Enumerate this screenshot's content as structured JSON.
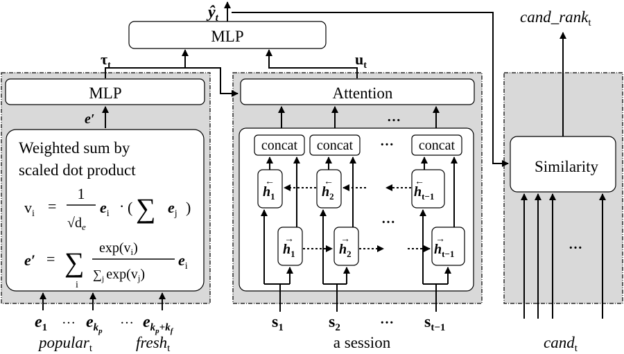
{
  "top": {
    "mlp_label": "MLP",
    "y_hat": "ŷ",
    "y_hat_sub": "t",
    "tau": "τ",
    "tau_sub": "t",
    "u": "u",
    "u_sub": "t"
  },
  "left": {
    "mlp_label": "MLP",
    "e_prime": "e′",
    "text_line1": "Weighted sum by",
    "text_line2": "scaled dot product",
    "eq1_lhs": "v",
    "eq1_lhs_sub": "i",
    "eq1_num": "1",
    "eq1_den": "√d",
    "eq1_den_sub": "e",
    "eq1_rhs_e": "e",
    "eq1_rhs_e_sub": "i",
    "eq1_dot": "·",
    "eq1_paren_open": "(",
    "eq1_sum": "∑",
    "eq1_ej": "e",
    "eq1_ej_sub": "j",
    "eq1_paren_close": ")",
    "eq2_lhs": "e′",
    "eq2_sum": "∑",
    "eq2_sum_sub": "i",
    "eq2_num": "exp(v",
    "eq2_num_sub": "i",
    "eq2_num_close": ")",
    "eq2_den": "∑",
    "eq2_den_sub": "j",
    "eq2_den_rest": "exp(v",
    "eq2_den_rest_sub": "j",
    "eq2_den_close": ")",
    "eq2_e": "e",
    "eq2_e_sub": "i",
    "inputs": {
      "e1": "e",
      "e1_sub": "1",
      "dots1": "…",
      "ekp": "e",
      "ekp_sub": "k",
      "ekp_subsub": "p",
      "dots2": "…",
      "ekpkf": "e",
      "ekpkf_sub": "k",
      "ekpkf_sub_p": "p",
      "ekpkf_plus": "+k",
      "ekpkf_sub_f": "f"
    },
    "popular": "popular",
    "popular_sub": "t",
    "fresh": "fresh",
    "fresh_sub": "t"
  },
  "middle": {
    "attention_label": "Attention",
    "dots_top": "…",
    "concat_labels": [
      "concat",
      "concat",
      "concat"
    ],
    "dots_concat": "…",
    "h_back": [
      {
        "h": "h",
        "sub": "1"
      },
      {
        "h": "h",
        "sub": "2"
      },
      {
        "h": "h",
        "sub": "t−1"
      }
    ],
    "h_fwd": [
      {
        "h": "h",
        "sub": "1"
      },
      {
        "h": "h",
        "sub": "2"
      },
      {
        "h": "h",
        "sub": "t−1"
      }
    ],
    "dots_mid": "…",
    "inputs": [
      {
        "s": "s",
        "sub": "1"
      },
      {
        "s": "s",
        "sub": "2"
      },
      {
        "s": "s",
        "sub": "t−1"
      }
    ],
    "dots_inputs": "…",
    "session_label": "a session"
  },
  "right": {
    "similarity_label": "Similarity",
    "cand_rank": "cand_rank",
    "cand_rank_sub": "t",
    "dots": "…",
    "cand": "cand",
    "cand_sub": "t"
  }
}
